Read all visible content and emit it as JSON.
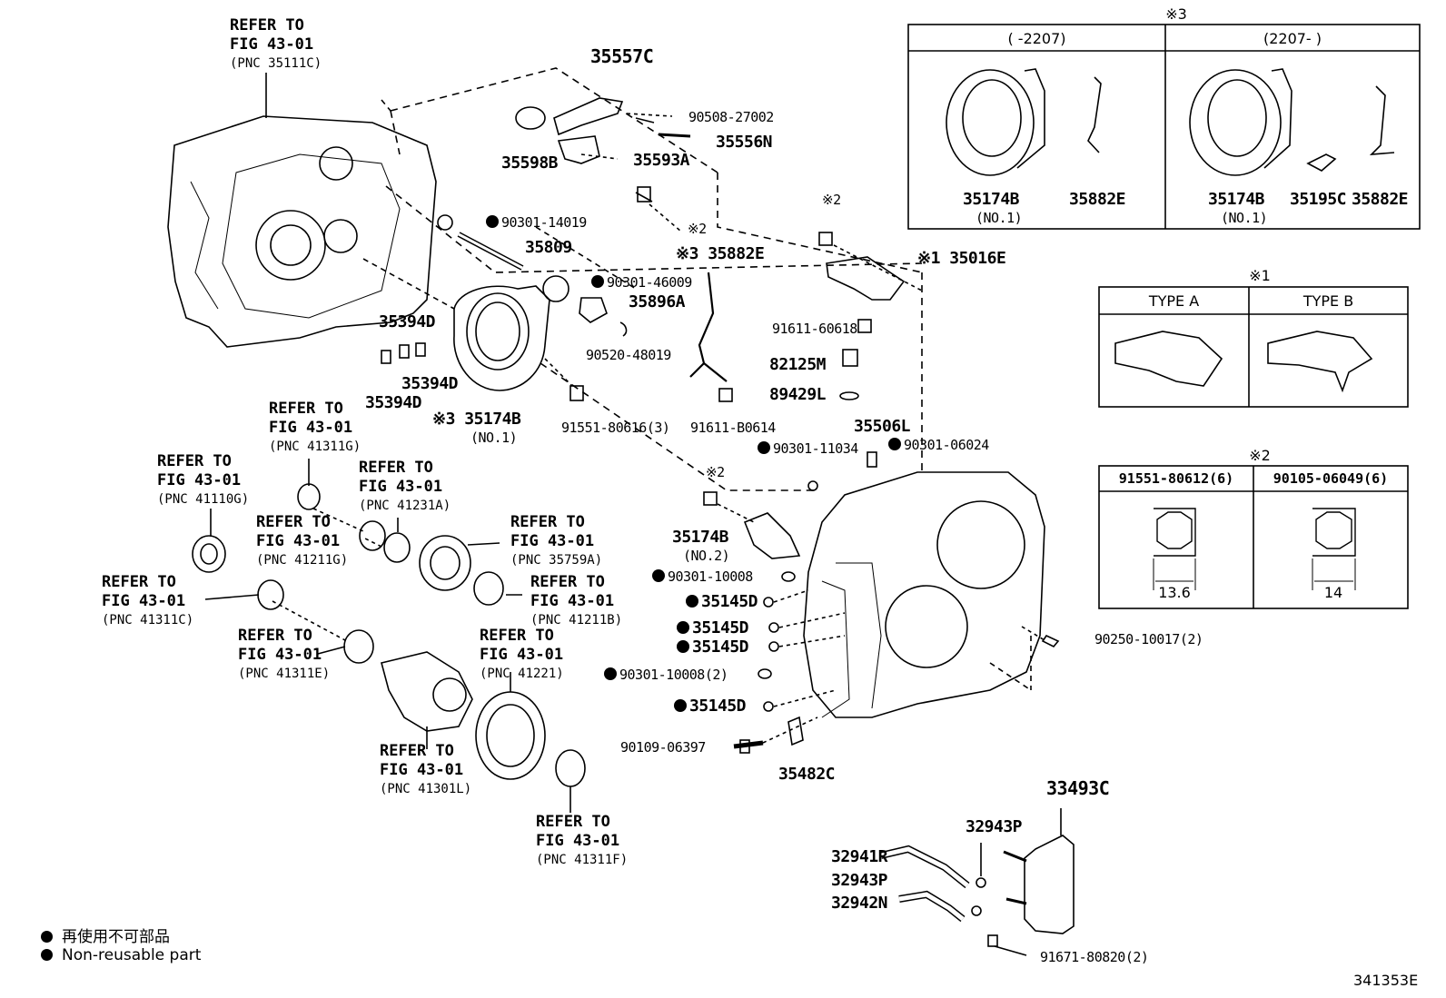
{
  "figure_id": "341353E",
  "refs": [
    {
      "l1": "REFER TO",
      "l2": "FIG 43-01",
      "l3": "(PNC 35111C)"
    },
    {
      "l1": "REFER TO",
      "l2": "FIG 43-01",
      "l3": "(PNC 41311G)"
    },
    {
      "l1": "REFER TO",
      "l2": "FIG 43-01",
      "l3": "(PNC 41110G)"
    },
    {
      "l1": "REFER TO",
      "l2": "FIG 43-01",
      "l3": "(PNC 41231A)"
    },
    {
      "l1": "REFER TO",
      "l2": "FIG 43-01",
      "l3": "(PNC 41211G)"
    },
    {
      "l1": "REFER TO",
      "l2": "FIG 43-01",
      "l3": "(PNC 35759A)"
    },
    {
      "l1": "REFER TO",
      "l2": "FIG 43-01",
      "l3": "(PNC 41311C)"
    },
    {
      "l1": "REFER TO",
      "l2": "FIG 43-01",
      "l3": "(PNC 41211B)"
    },
    {
      "l1": "REFER TO",
      "l2": "FIG 43-01",
      "l3": "(PNC 41311E)"
    },
    {
      "l1": "REFER TO",
      "l2": "FIG 43-01",
      "l3": "(PNC 41221)"
    },
    {
      "l1": "REFER TO",
      "l2": "FIG 43-01",
      "l3": "(PNC 41301L)"
    },
    {
      "l1": "REFER TO",
      "l2": "FIG 43-01",
      "l3": "(PNC 41311F)"
    }
  ],
  "parts": {
    "p35557C": "35557C",
    "p90508": "90508-27002",
    "p35556N": "35556N",
    "p35598B": "35598B",
    "p35593A": "35593A",
    "p90301_14019": "90301-14019",
    "p35809": "35809",
    "p35882E": "※3 35882E",
    "p90301_46009": "90301-46009",
    "p35896A": "35896A",
    "p90520": "90520-48019",
    "p35394D_a": "35394D",
    "p35394D_b": "35394D",
    "p35394D_c": "35394D",
    "p35174B": "※3 35174B",
    "p35174B_no1": "(NO.1)",
    "p91551": "91551-80616(3)",
    "p91611_b": "91611-B0614",
    "p35016E": "※1 35016E",
    "p91611_6": "91611-60618",
    "p82125M": "82125M",
    "p89429L": "89429L",
    "p35506L": "35506L",
    "p90301_11034": "90301-11034",
    "p90301_06024": "90301-06024",
    "p35174B_2": "35174B",
    "p35174B_no2": "(NO.2)",
    "p90301_10008": "90301-10008",
    "p35145D_1": "35145D",
    "p35145D_2": "35145D",
    "p35145D_3": "35145D",
    "p90301_10008_2": "90301-10008(2)",
    "p35145D_4": "35145D",
    "p90250": "90250-10017(2)",
    "p90109": "90109-06397",
    "p35482C": "35482C",
    "p33493C": "33493C",
    "p32943P_a": "32943P",
    "p32941R": "32941R",
    "p32943P_b": "32943P",
    "p32942N": "32942N",
    "p91671": "91671-80820(2)",
    "x2_a": "※2",
    "x2_b": "※2",
    "x2_c": "※2"
  },
  "box3": {
    "mark": "※3",
    "col1": "(      -2207)",
    "col2": "(2207-      )",
    "c1a": "35174B",
    "c1a_sub": "(NO.1)",
    "c1b": "35882E",
    "c2a": "35174B",
    "c2a_sub": "(NO.1)",
    "c2b": "35195C",
    "c2c": "35882E"
  },
  "box1": {
    "mark": "※1",
    "typeA": "TYPE A",
    "typeB": "TYPE B"
  },
  "box2": {
    "mark": "※2",
    "col1": "91551-80612(6)",
    "col2": "90105-06049(6)",
    "dim1": "13.6",
    "dim2": "14"
  },
  "legend": {
    "jp": "再使用不可部品",
    "en": "Non-reusable part"
  }
}
